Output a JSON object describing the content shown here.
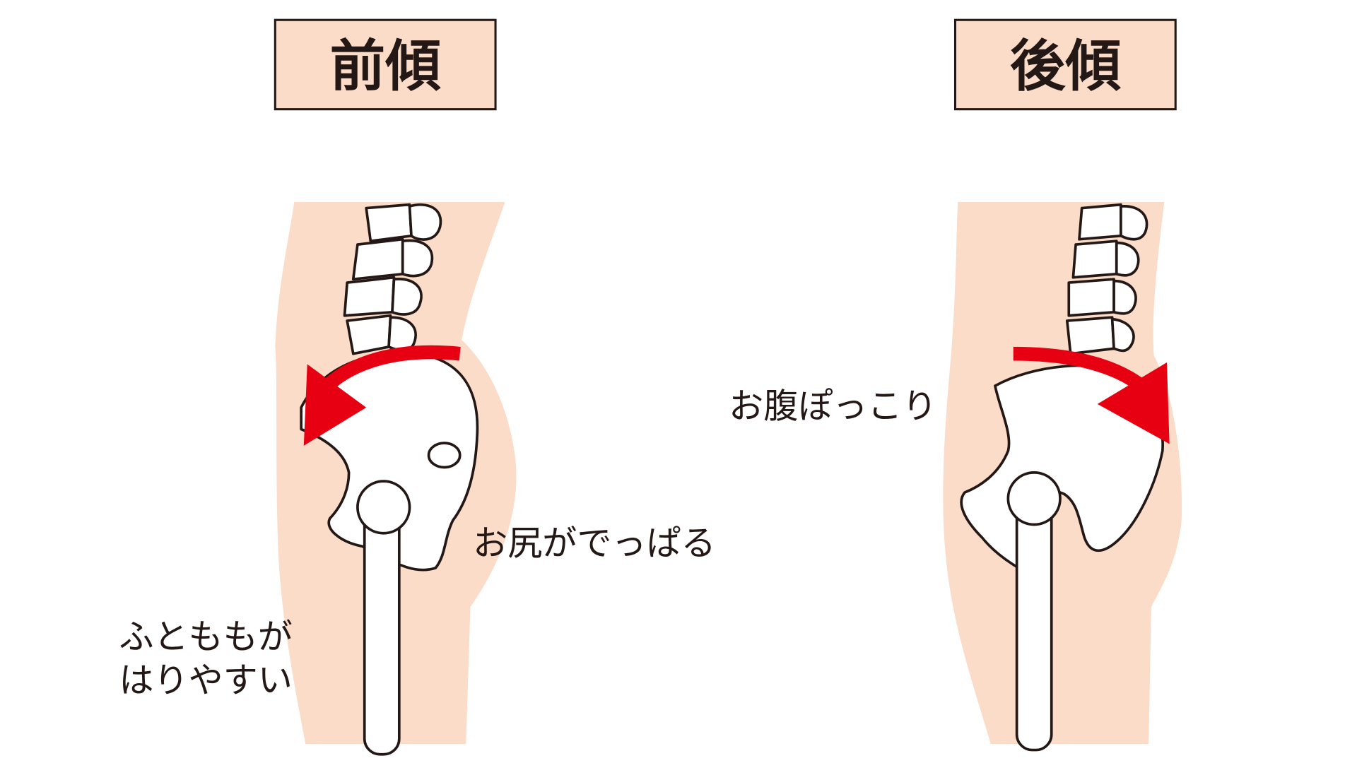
{
  "panels": [
    {
      "title": "前傾",
      "annotations": [
        "お尻がでっぱる",
        "ふとももが",
        "はりやすい"
      ]
    },
    {
      "title": "後傾",
      "annotations": [
        "お腹ぽっこり"
      ]
    }
  ],
  "colors": {
    "skin": "#fadcc8",
    "title_box": "#fadcc8",
    "arrow": "#e60012",
    "outline": "#231815"
  }
}
